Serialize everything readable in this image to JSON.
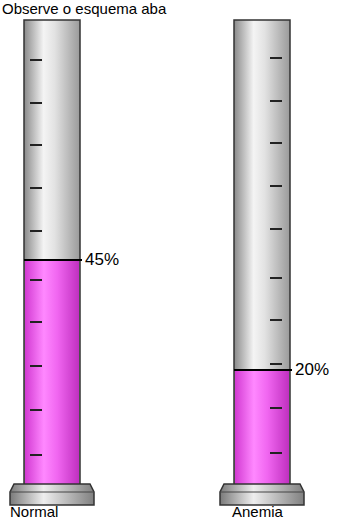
{
  "diagram": {
    "labels": [
      "Observe o esquema aba",
      "45%",
      "20%",
      "Normal",
      "Anemia"
    ]
  }
}
